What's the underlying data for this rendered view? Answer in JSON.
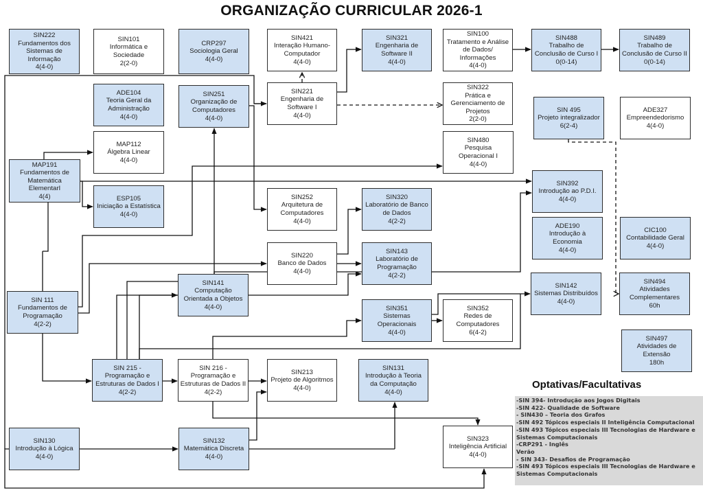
{
  "title": "ORGANIZAÇÃO CURRICULAR 2026-1",
  "colors": {
    "required_fill": "#cfe0f3",
    "other_fill": "#ffffff",
    "line": "#111111",
    "optional_panel": "#d9d9d9"
  },
  "courses": {
    "SIN222": {
      "lines": [
        "SIN222",
        "Fundamentos dos",
        "Sistemas de",
        "Informação",
        "4(4-0)"
      ],
      "style": "blue"
    },
    "SIN101": {
      "lines": [
        "SIN101",
        "Informática e",
        "Sociedade",
        "2(2-0)"
      ],
      "style": "white"
    },
    "CRP297": {
      "lines": [
        "CRP297",
        "Sociologia Geral",
        "4(4-0)"
      ],
      "style": "blue"
    },
    "SIN421": {
      "lines": [
        "SIN421",
        "Interação Humano-",
        "Computador",
        "4(4-0)"
      ],
      "style": "white"
    },
    "SIN321": {
      "lines": [
        "SIN321",
        "Engenharia de",
        "Software II",
        "4(4-0)"
      ],
      "style": "blue"
    },
    "SIN100": {
      "lines": [
        "SIN100",
        "Tratamento e Análise",
        "de Dados/",
        "Informações",
        "4(4-0)"
      ],
      "style": "white"
    },
    "SIN488": {
      "lines": [
        "SIN488",
        "Trabalho de",
        "Conclusão de Curso I",
        "0(0-14)"
      ],
      "style": "blue"
    },
    "SIN489": {
      "lines": [
        "SIN489",
        "Trabalho de",
        "Conclusão de Curso II",
        "0(0-14)"
      ],
      "style": "blue"
    },
    "ADE104": {
      "lines": [
        "ADE104",
        "Teoria Geral da",
        "Administração",
        "4(4-0)"
      ],
      "style": "blue"
    },
    "SIN251": {
      "lines": [
        "SIN251",
        "Organização de",
        "Computadores",
        "4(4-0)"
      ],
      "style": "blue"
    },
    "SIN221": {
      "lines": [
        "SIN221",
        "Engenharia de",
        "Software I",
        "4(4-0)"
      ],
      "style": "white"
    },
    "SIN322": {
      "lines": [
        "SIN322",
        "Prática e",
        "Gerenciamento de",
        "Projetos",
        "2(2-0)"
      ],
      "style": "white"
    },
    "SIN495": {
      "lines": [
        "SIN 495",
        "Projeto integralizador",
        "6(2-4)"
      ],
      "style": "blue"
    },
    "ADE327": {
      "lines": [
        "ADE327",
        "Empreendedorismo",
        "4(4-0)"
      ],
      "style": "white"
    },
    "MAP112": {
      "lines": [
        "MAP112",
        "Álgebra Linear",
        "4(4-0)"
      ],
      "style": "white"
    },
    "SIN480": {
      "lines": [
        "SIN480",
        "Pesquisa",
        "Operacional I",
        "4(4-0)"
      ],
      "style": "white"
    },
    "MAP191": {
      "lines": [
        "MAP191",
        "Fundamentos de",
        "Matemática",
        "ElementarI",
        "4(4)"
      ],
      "style": "blue"
    },
    "ESP105": {
      "lines": [
        "ESP105",
        "Iniciação a Estatística",
        "4(4-0)"
      ],
      "style": "blue"
    },
    "SIN392": {
      "lines": [
        "SIN392",
        "Introdução ao P.D.I.",
        "4(4-0)"
      ],
      "style": "blue"
    },
    "SIN252": {
      "lines": [
        "SIN252",
        "Arquitetura de",
        "Computadores",
        "4(4-0)"
      ],
      "style": "white"
    },
    "SIN320": {
      "lines": [
        "SIN320",
        "Laboratório de Banco",
        "de Dados",
        "4(2-2)"
      ],
      "style": "blue"
    },
    "ADE190": {
      "lines": [
        "ADE190",
        "Introdução à",
        "Economia",
        "4(4-0)"
      ],
      "style": "blue"
    },
    "CIC100": {
      "lines": [
        "CIC100",
        "Contabilidade Geral",
        "4(4-0)"
      ],
      "style": "blue"
    },
    "SIN220": {
      "lines": [
        "SIN220",
        "Banco de Dados",
        "4(4-0)"
      ],
      "style": "white"
    },
    "SIN143": {
      "lines": [
        "SIN143",
        "Laboratório de",
        "Programação",
        "4(2-2)"
      ],
      "style": "blue"
    },
    "SIN141": {
      "lines": [
        "SIN141",
        "Computação",
        "Orientada a Objetos",
        "4(4-0)"
      ],
      "style": "blue"
    },
    "SIN111": {
      "lines": [
        "SIN 111",
        "Fundamentos de",
        "Programação",
        "4(2-2)"
      ],
      "style": "blue"
    },
    "SIN142": {
      "lines": [
        "SIN142",
        "Sistemas Distribuídos",
        "4(4-0)"
      ],
      "style": "blue"
    },
    "SIN494": {
      "lines": [
        "SIN494",
        "Atividades",
        "Complementares",
        "60h"
      ],
      "style": "blue"
    },
    "SIN351": {
      "lines": [
        "SIN351",
        "Sistemas",
        "Operacionais",
        "4(4-0)"
      ],
      "style": "blue"
    },
    "SIN352": {
      "lines": [
        "SIN352",
        "Redes de",
        "Computadores",
        "6(4-2)"
      ],
      "style": "white"
    },
    "SIN497": {
      "lines": [
        "SIN497",
        "Atividades de",
        "Extensão",
        "180h"
      ],
      "style": "blue"
    },
    "SIN215": {
      "lines": [
        "SIN 215 -",
        "Programação e",
        "Estruturas de Dados I",
        "4(2-2)"
      ],
      "style": "blue"
    },
    "SIN216": {
      "lines": [
        "SIN 216 -",
        "Programação e",
        "Estruturas de Dados II",
        "4(2-2)"
      ],
      "style": "white"
    },
    "SIN213": {
      "lines": [
        "SIN213",
        "Projeto de Algoritmos",
        "4(4-0)"
      ],
      "style": "white"
    },
    "SIN131": {
      "lines": [
        "SIN131",
        "Introdução à Teoria",
        "da Computação",
        "4(4-0)"
      ],
      "style": "blue"
    },
    "SIN130": {
      "lines": [
        "SIN130",
        "Introdução à Lógica",
        "4(4-0)"
      ],
      "style": "blue"
    },
    "SIN132": {
      "lines": [
        "SIN132",
        "Matemática Discreta",
        "4(4-0)"
      ],
      "style": "blue"
    },
    "SIN323": {
      "lines": [
        "SIN323",
        "Inteligência Artificial",
        "4(4-0)"
      ],
      "style": "white"
    }
  },
  "optional": {
    "title": "Optativas/Facultativas",
    "items": [
      "-SIN 394- Introdução aos Jogos Digitais",
      "-SIN 422- Qualidade de Software",
      "- SIN430 – Teoria dos Grafos",
      "-SIN 492  Tópicos especiais II Inteligência Computacional",
      "-SIN 493 Tópicos especiais III Tecnologias de Hardware e Sistemas Computacionais",
      "-CRP291 - Inglês",
      "Verão",
      "- SIN 343- Desafios de Programação",
      "-SIN 493 Tópicos especiais III Tecnologias de Hardware e Sistemas Computacionais"
    ]
  },
  "prerequisites": [
    {
      "from": "SIN221",
      "to": "SIN421",
      "type": "dashed"
    },
    {
      "from": "SIN221",
      "to": "SIN321",
      "type": "solid"
    },
    {
      "from": "SIN221",
      "to": "SIN322",
      "type": "dashed"
    },
    {
      "from": "SIN100",
      "to": "SIN488",
      "type": "solid"
    },
    {
      "from": "SIN488",
      "to": "SIN489",
      "type": "solid"
    },
    {
      "from": "SIN495",
      "to": "SIN494",
      "type": "dashed"
    },
    {
      "from": "SIN130",
      "to": "SIN221",
      "type": "solid"
    },
    {
      "from": "SIN251",
      "to": "SIN252",
      "type": "solid"
    },
    {
      "from": "SIN215",
      "to": "SIN251",
      "type": "solid"
    },
    {
      "from": "MAP191",
      "to": "MAP112",
      "type": "solid"
    },
    {
      "from": "MAP191",
      "to": "ESP105",
      "type": "solid"
    },
    {
      "from": "MAP191",
      "to": "SIN392",
      "type": "solid"
    },
    {
      "from": "SIN111",
      "to": "SIN480",
      "type": "solid"
    },
    {
      "from": "SIN111",
      "to": "SIN220",
      "type": "solid"
    },
    {
      "from": "SIN220",
      "to": "SIN320",
      "type": "solid"
    },
    {
      "from": "SIN220",
      "to": "SIN143",
      "type": "solid"
    },
    {
      "from": "SIN141",
      "to": "SIN143",
      "type": "solid"
    },
    {
      "from": "SIN215",
      "to": "SIN141",
      "type": "solid"
    },
    {
      "from": "SIN215",
      "to": "SIN392",
      "type": "solid"
    },
    {
      "from": "SIN216",
      "to": "SIN351",
      "type": "solid"
    },
    {
      "from": "SIN351",
      "to": "SIN352",
      "type": "solid"
    },
    {
      "from": "SIN351",
      "to": "SIN142",
      "type": "solid"
    },
    {
      "from": "SIN111",
      "to": "SIN215",
      "type": "solid"
    },
    {
      "from": "SIN215",
      "to": "SIN216",
      "type": "solid"
    },
    {
      "from": "SIN216",
      "to": "SIN213",
      "type": "solid"
    },
    {
      "from": "SIN132",
      "to": "SIN213",
      "type": "solid"
    },
    {
      "from": "SIN130",
      "to": "SIN132",
      "type": "solid"
    },
    {
      "from": "SIN216",
      "to": "SIN323",
      "type": "solid"
    },
    {
      "from": "SIN132",
      "to": "SIN131",
      "type": "solid"
    },
    {
      "from": "SIN132",
      "to": "SIN323",
      "type": "solid"
    }
  ]
}
